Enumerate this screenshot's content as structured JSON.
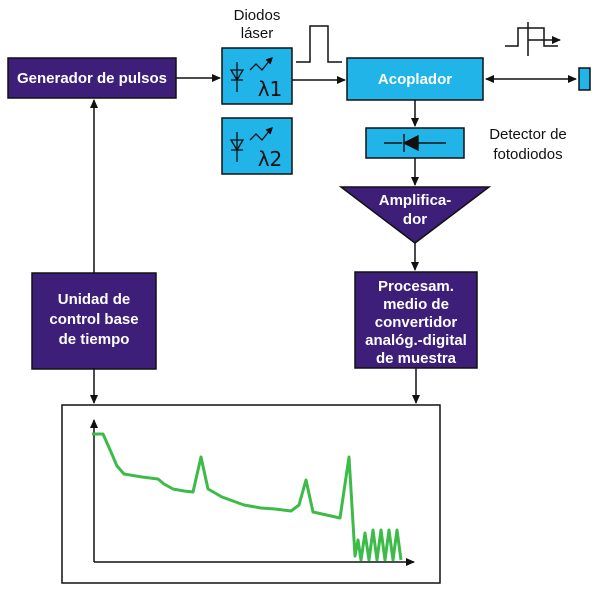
{
  "colors": {
    "purple": "#3d1f7a",
    "cyan": "#20b4e8",
    "green": "#3dbb49",
    "stroke": "#111111"
  },
  "blocks": {
    "pulse_generator": "Generador de pulsos",
    "laser_diodes_title": [
      "Diodos",
      "láser"
    ],
    "diode_1": "λ1",
    "diode_2": "λ2",
    "coupler": "Acoplador",
    "photodiode_detector": [
      "Detector de",
      "fotodiodos"
    ],
    "amplifier": [
      "Amplifica-",
      "dor"
    ],
    "time_base_control": [
      "Unidad de",
      "control base",
      "de tiempo"
    ],
    "sampling_adc": [
      "Procesam.",
      "medio de",
      "convertidor",
      "analóg.-digital",
      "de muestra"
    ]
  },
  "icons": {
    "laser": "laser-diode-icon",
    "photodiode": "photodiode-icon",
    "pulse": "pulse-waveform-icon"
  }
}
